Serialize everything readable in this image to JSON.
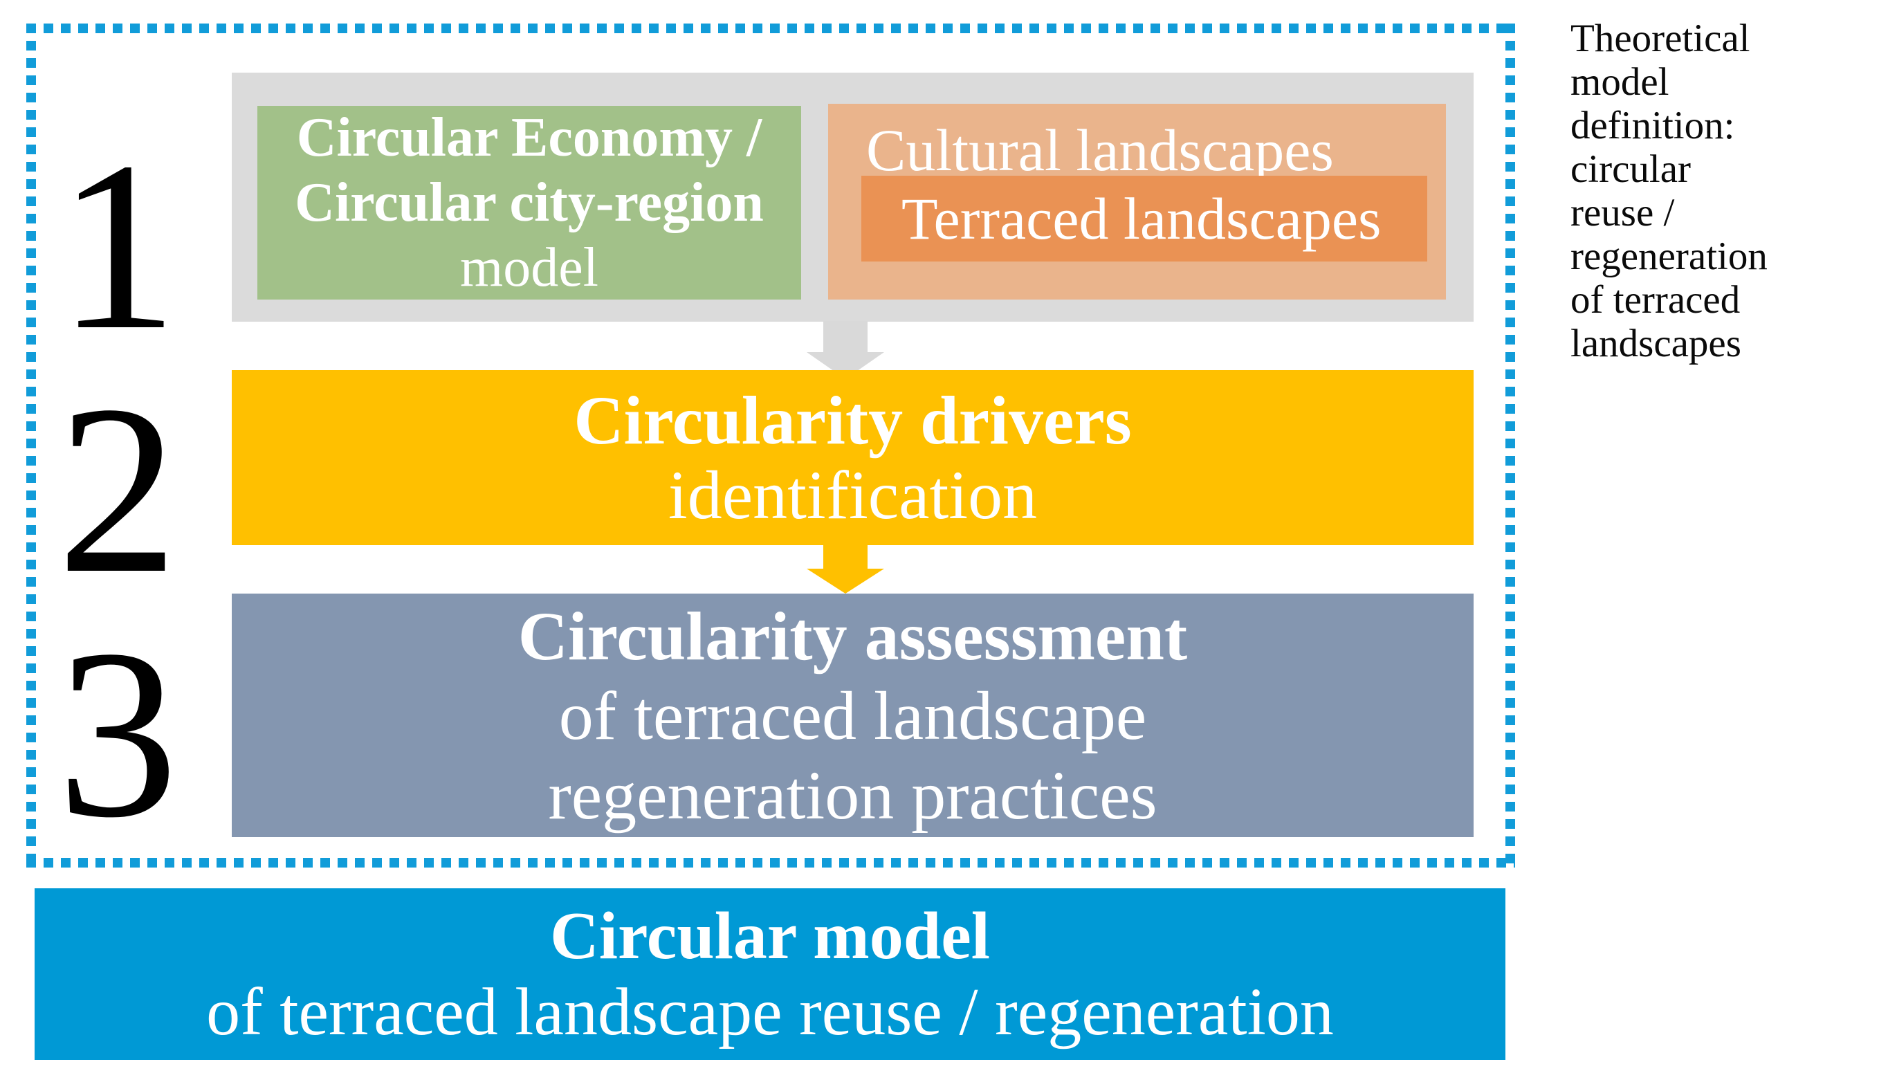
{
  "step_numbers": [
    "1",
    "2",
    "3"
  ],
  "colors": {
    "frame_dotted": "#119CD9",
    "container_gray": "#DBDBDB",
    "green_box": "#A2C189",
    "orange_light": "#EAB48C",
    "orange_dark": "#EA9254",
    "yellow": "#FFC000",
    "blue_gray": "#8496B0",
    "bottom_blue": "#0099D5",
    "arrow_gray": "#D9D9D9",
    "text_white": "#FFFFFF",
    "text_black": "#000000"
  },
  "step1": {
    "green_box": {
      "line1": "Circular Economy /",
      "line2": "Circular city-region",
      "line3": "model"
    },
    "orange_box": {
      "title": "Cultural landscapes",
      "inner_label": "Terraced landscapes"
    }
  },
  "step2": {
    "title": "Circularity drivers",
    "subtitle": "identification"
  },
  "step3": {
    "title": "Circularity assessment",
    "line2": "of terraced landscape",
    "line3": "regeneration practices"
  },
  "result": {
    "title": "Circular model",
    "subtitle": "of terraced landscape reuse / regeneration"
  },
  "side_caption": {
    "lines": [
      "Theoretical",
      "model",
      "definition:",
      "circular",
      "reuse /",
      "regeneration",
      "of terraced",
      "landscapes"
    ]
  }
}
